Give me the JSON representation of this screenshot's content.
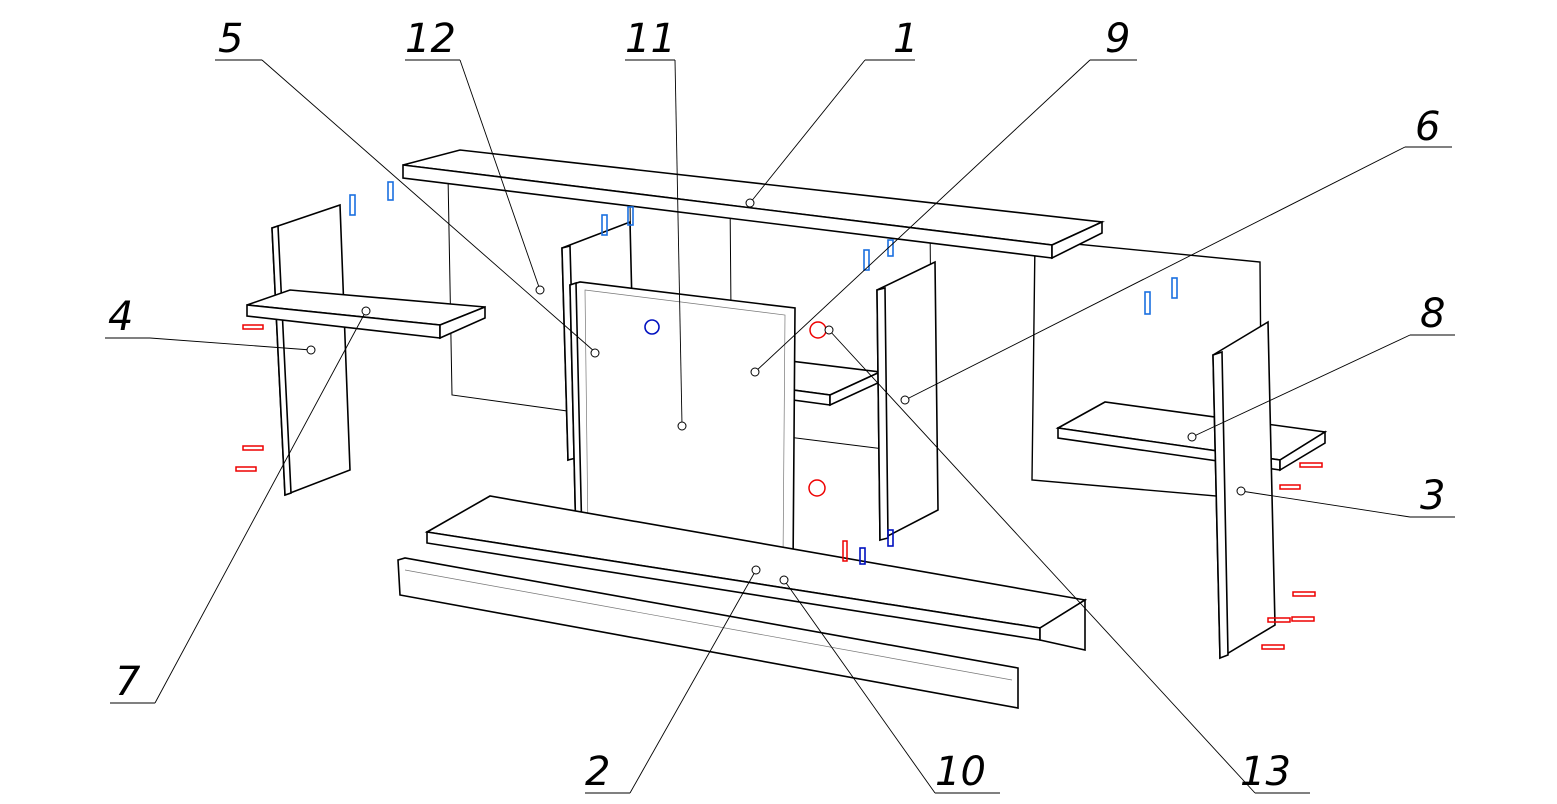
{
  "callouts": [
    {
      "id": "5",
      "label": "5"
    },
    {
      "id": "12",
      "label": "12"
    },
    {
      "id": "11",
      "label": "11"
    },
    {
      "id": "1",
      "label": "1"
    },
    {
      "id": "9",
      "label": "9"
    },
    {
      "id": "6",
      "label": "6"
    },
    {
      "id": "4",
      "label": "4"
    },
    {
      "id": "8",
      "label": "8"
    },
    {
      "id": "3",
      "label": "3"
    },
    {
      "id": "7",
      "label": "7"
    },
    {
      "id": "2",
      "label": "2"
    },
    {
      "id": "10",
      "label": "10"
    },
    {
      "id": "13",
      "label": "13"
    }
  ],
  "colors": {
    "line": "#000000",
    "fastener_red": "#e00000",
    "fastener_blue": "#1a6fe0",
    "fastener_dark_blue": "#0010c0"
  }
}
